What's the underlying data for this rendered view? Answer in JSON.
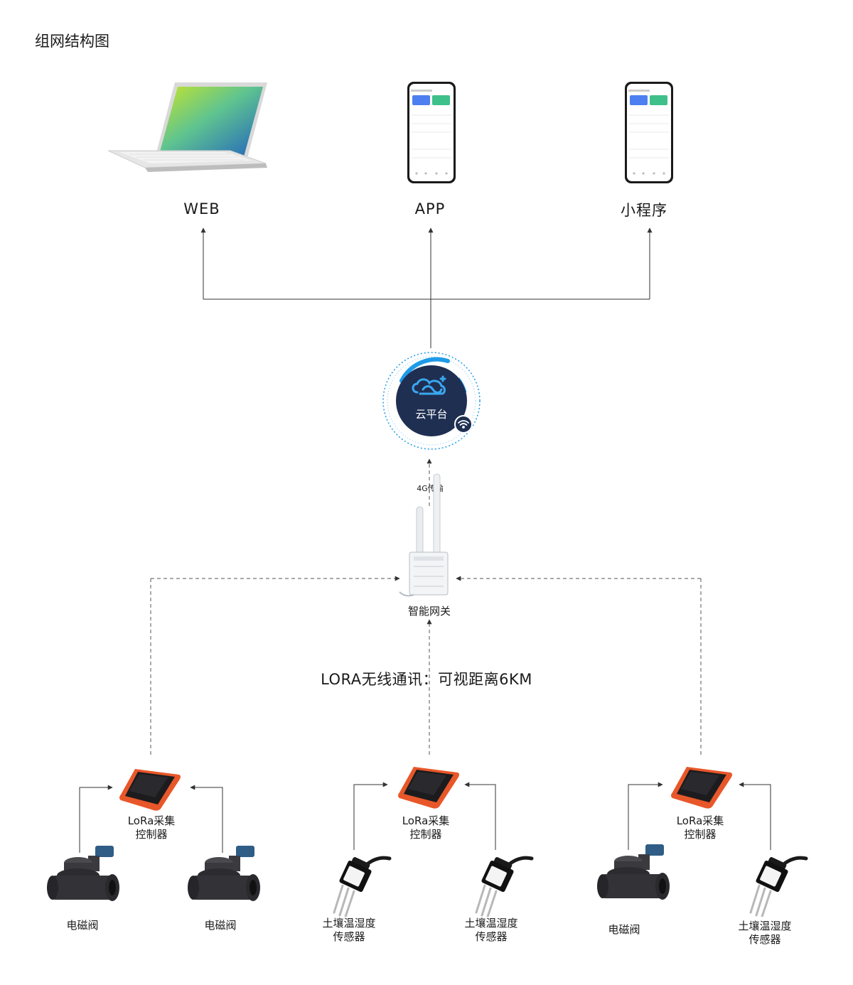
{
  "title": "组网结构图",
  "clients": [
    {
      "label": "WEB",
      "icon": "laptop-icon"
    },
    {
      "label": "APP",
      "icon": "phone-icon"
    },
    {
      "label": "小程序",
      "icon": "phone-icon"
    }
  ],
  "cloud": {
    "label": "云平台",
    "icon": "cloud-icon",
    "badge_icon": "wifi-icon"
  },
  "uplink_label": "4G传输",
  "gateway": {
    "label": "智能网关",
    "icon": "gateway-icon"
  },
  "lora_text": "LORA无线通讯：可视距离6KM",
  "controllers": [
    {
      "label_line1": "LoRa采集",
      "label_line2": "控制器"
    },
    {
      "label_line1": "LoRa采集",
      "label_line2": "控制器"
    },
    {
      "label_line1": "LoRa采集",
      "label_line2": "控制器"
    }
  ],
  "devices": [
    {
      "label_line1": "电磁阀",
      "label_line2": "",
      "icon": "valve-icon"
    },
    {
      "label_line1": "电磁阀",
      "label_line2": "",
      "icon": "valve-icon"
    },
    {
      "label_line1": "土壤温湿度",
      "label_line2": "传感器",
      "icon": "soil-sensor-icon"
    },
    {
      "label_line1": "土壤温湿度",
      "label_line2": "传感器",
      "icon": "soil-sensor-icon"
    },
    {
      "label_line1": "电磁阀",
      "label_line2": "",
      "icon": "valve-icon"
    },
    {
      "label_line1": "土壤温湿度",
      "label_line2": "传感器",
      "icon": "soil-sensor-icon"
    }
  ],
  "colors": {
    "line": "#333333",
    "cloud_ring": "#1e9be8",
    "cloud_fill": "#1f2f52",
    "controller_orange": "#e8572a",
    "controller_panel": "#1c1c1e"
  }
}
